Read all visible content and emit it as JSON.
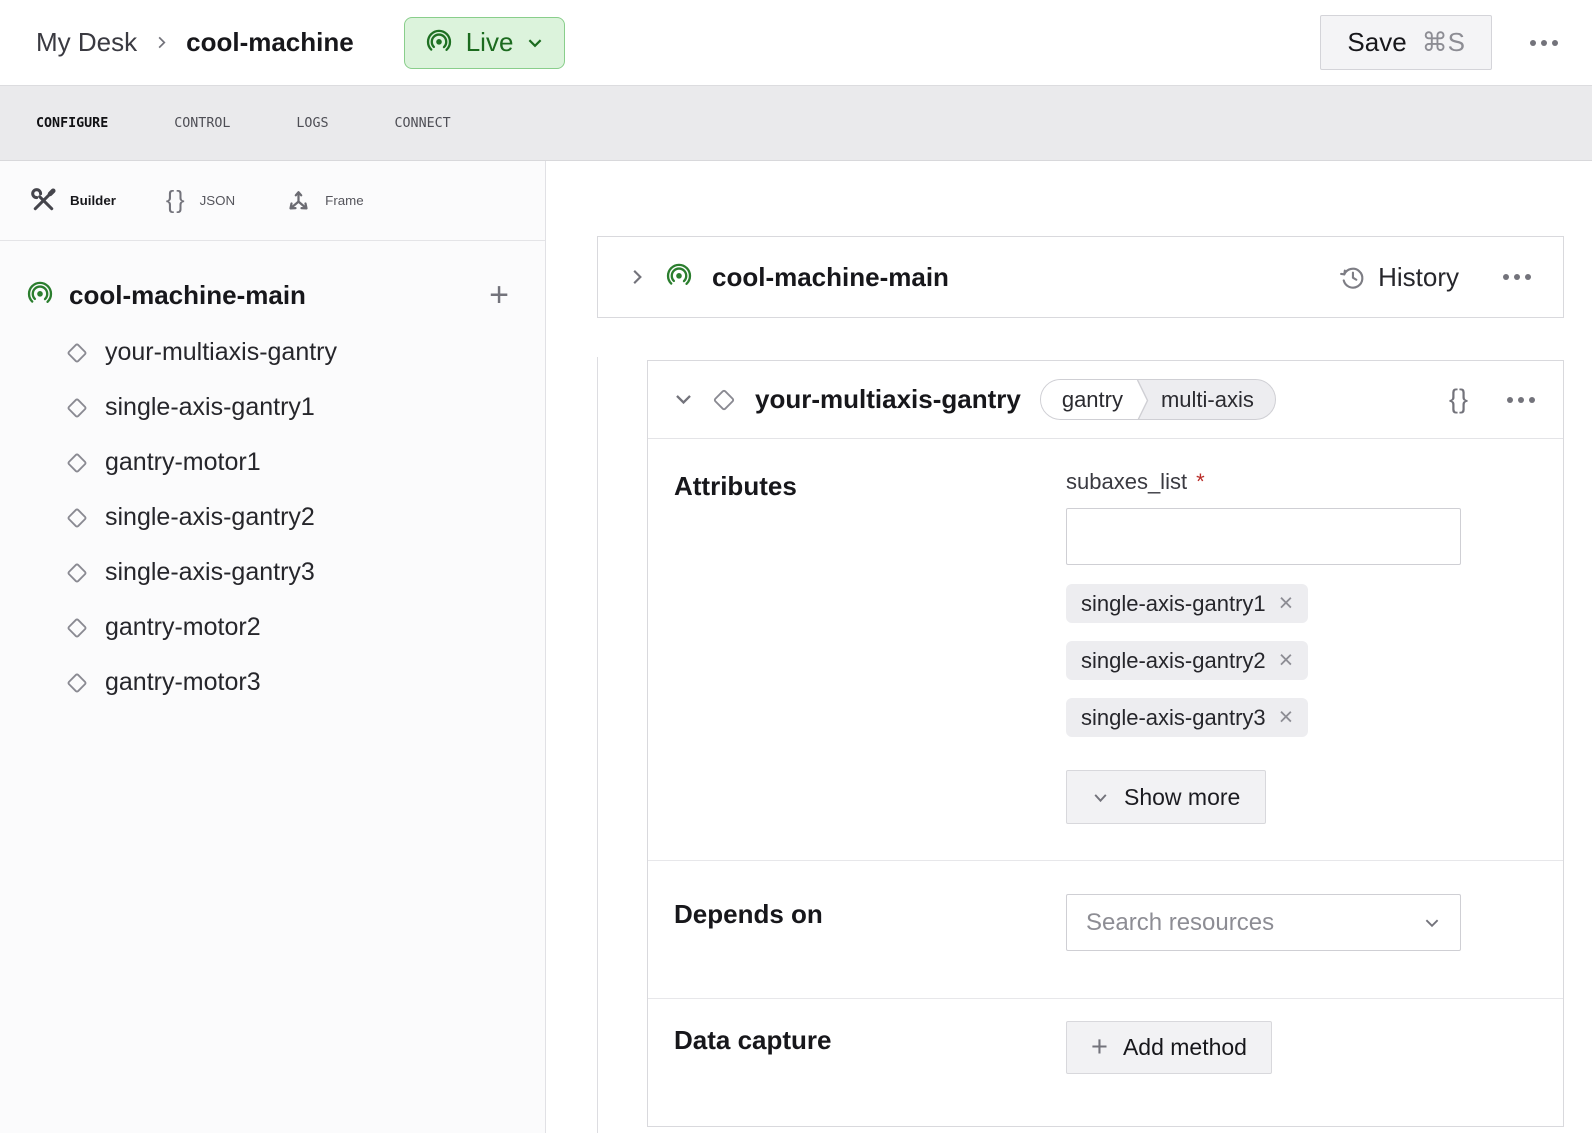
{
  "header": {
    "breadcrumb": {
      "parent": "My Desk",
      "current": "cool-machine"
    },
    "live_badge": {
      "label": "Live"
    },
    "save_button": {
      "label": "Save",
      "shortcut": "⌘S"
    }
  },
  "tabs": {
    "items": [
      "CONFIGURE",
      "CONTROL",
      "LOGS",
      "CONNECT"
    ],
    "active": "CONFIGURE"
  },
  "sidebar": {
    "view_tabs": {
      "builder": "Builder",
      "json": "JSON",
      "frame": "Frame",
      "active": "Builder"
    },
    "tree": {
      "root": "cool-machine-main",
      "children": [
        "your-multiaxis-gantry",
        "single-axis-gantry1",
        "gantry-motor1",
        "single-axis-gantry2",
        "single-axis-gantry3",
        "gantry-motor2",
        "gantry-motor3"
      ]
    }
  },
  "main": {
    "part_card": {
      "title": "cool-machine-main",
      "history_label": "History"
    },
    "component_card": {
      "title": "your-multiaxis-gantry",
      "tags": {
        "type": "gantry",
        "model": "multi-axis"
      },
      "attributes": {
        "section_label": "Attributes",
        "field_label": "subaxes_list",
        "required_marker": "*",
        "input_value": "",
        "chips": [
          "single-axis-gantry1",
          "single-axis-gantry2",
          "single-axis-gantry3"
        ],
        "show_more_label": "Show more"
      },
      "depends_on": {
        "section_label": "Depends on",
        "placeholder": "Search resources"
      },
      "data_capture": {
        "section_label": "Data capture",
        "add_method_label": "Add method"
      }
    }
  },
  "icons": {
    "braces": "{}",
    "plus": "+",
    "close": "×"
  },
  "colors": {
    "brand_green": "#2b7e2e",
    "live_bg": "#dcf3dc",
    "live_border": "#89ce8b",
    "live_text": "#1c6b1f",
    "required_red": "#b92c28",
    "tabbar_bg": "#eaeaec"
  }
}
